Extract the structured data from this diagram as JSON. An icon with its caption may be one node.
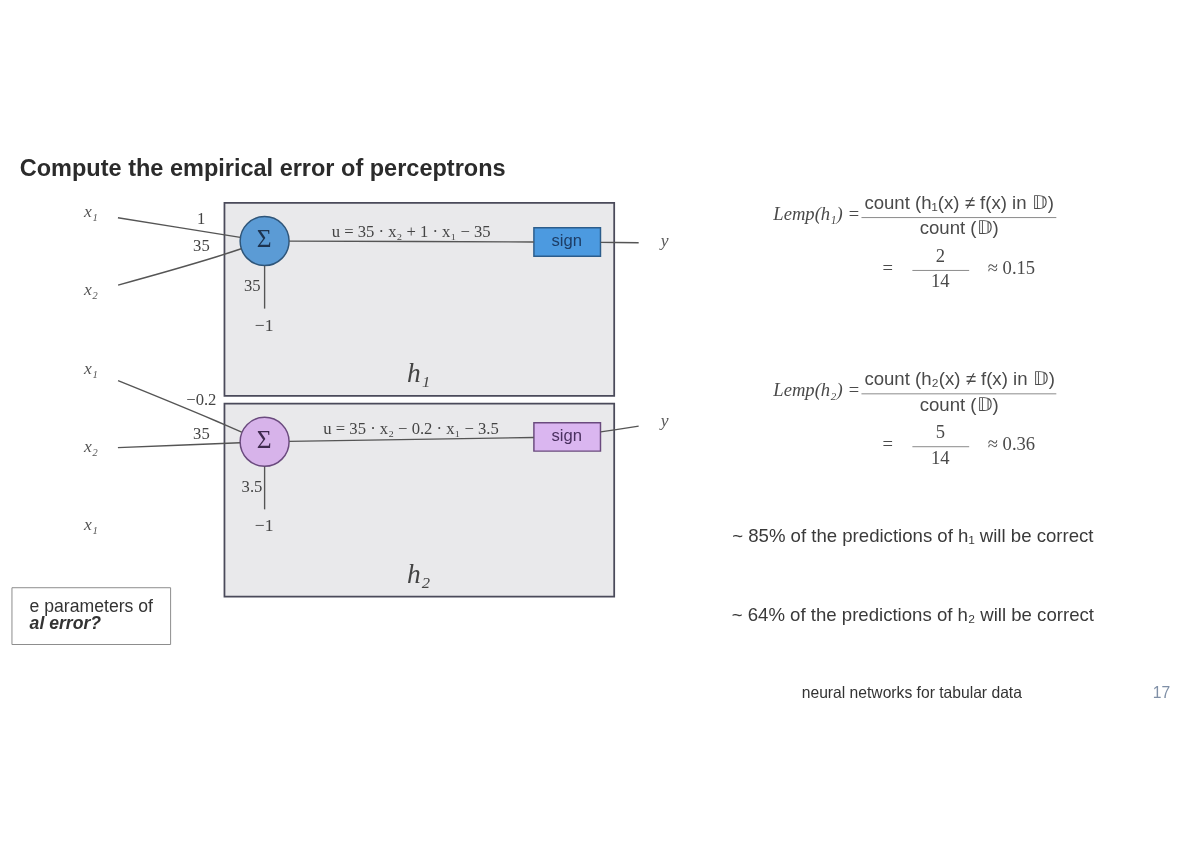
{
  "diagram": {
    "title": "Compute the empirical error of perceptrons",
    "nodes": [
      {
        "text": [
          "h₁"
        ]
      },
      {
        "text": [
          "x₁"
        ]
      },
      {
        "text": [
          "x₂"
        ]
      },
      {
        "text": [
          "Σ"
        ],
        "in": 0
      },
      {
        "text": [
          "−1"
        ],
        "in": 0
      },
      {
        "text": [
          "sign"
        ],
        "in": 0
      },
      {
        "text": [
          "y"
        ]
      },
      {
        "text": [
          "h₂"
        ]
      },
      {
        "text": [
          "x₁"
        ]
      },
      {
        "text": [
          "x₂"
        ]
      },
      {
        "text": [
          "Σ"
        ],
        "in": 7
      },
      {
        "text": [
          "−1"
        ],
        "in": 7
      },
      {
        "text": [
          "sign"
        ],
        "in": 7
      },
      {
        "text": [
          "y"
        ]
      },
      {
        "text": [
          "e parameters of",
          "al error?"
        ]
      }
    ],
    "edges": [
      {
        "from": 1,
        "to": 3,
        "arrow": "none",
        "label": "1"
      },
      {
        "from": 2,
        "to": 3,
        "arrow": "none",
        "label": "35"
      },
      {
        "from": 4,
        "to": 3,
        "arrow": "none",
        "label": "35"
      },
      {
        "from": 3,
        "to": 5,
        "arrow": "none",
        "label": "u = 35 · x₂ + 1 · x₁ − 35"
      },
      {
        "from": 5,
        "to": 6,
        "arrow": "none"
      },
      {
        "from": 8,
        "to": 10,
        "arrow": "none",
        "label": "−0.2"
      },
      {
        "from": 9,
        "to": 10,
        "arrow": "none",
        "label": "35"
      },
      {
        "from": 11,
        "to": 10,
        "arrow": "none",
        "label": "3.5"
      },
      {
        "from": 10,
        "to": 12,
        "arrow": "none",
        "label": "u = 35 · x₂ − 0.2 · x₁ − 3.5"
      },
      {
        "from": 12,
        "to": 13,
        "arrow": "none"
      }
    ],
    "labels": [
      "Lemp(h₁) =",
      "count (h₁(x) ≠ f(x) in 𝔻)",
      "count (𝔻)",
      "=",
      "2",
      "14",
      "≈ 0.15",
      "Lemp(h₂) =",
      "count (h₂(x) ≠ f(x) in 𝔻)",
      "count (𝔻)",
      "=",
      "5",
      "14",
      "≈ 0.36",
      "x₁",
      "~ 85% of the predictions of h₁ will be correct",
      "~ 64% of the predictions of h₂ will be correct",
      "neural networks for tabular data",
      "17"
    ]
  }
}
